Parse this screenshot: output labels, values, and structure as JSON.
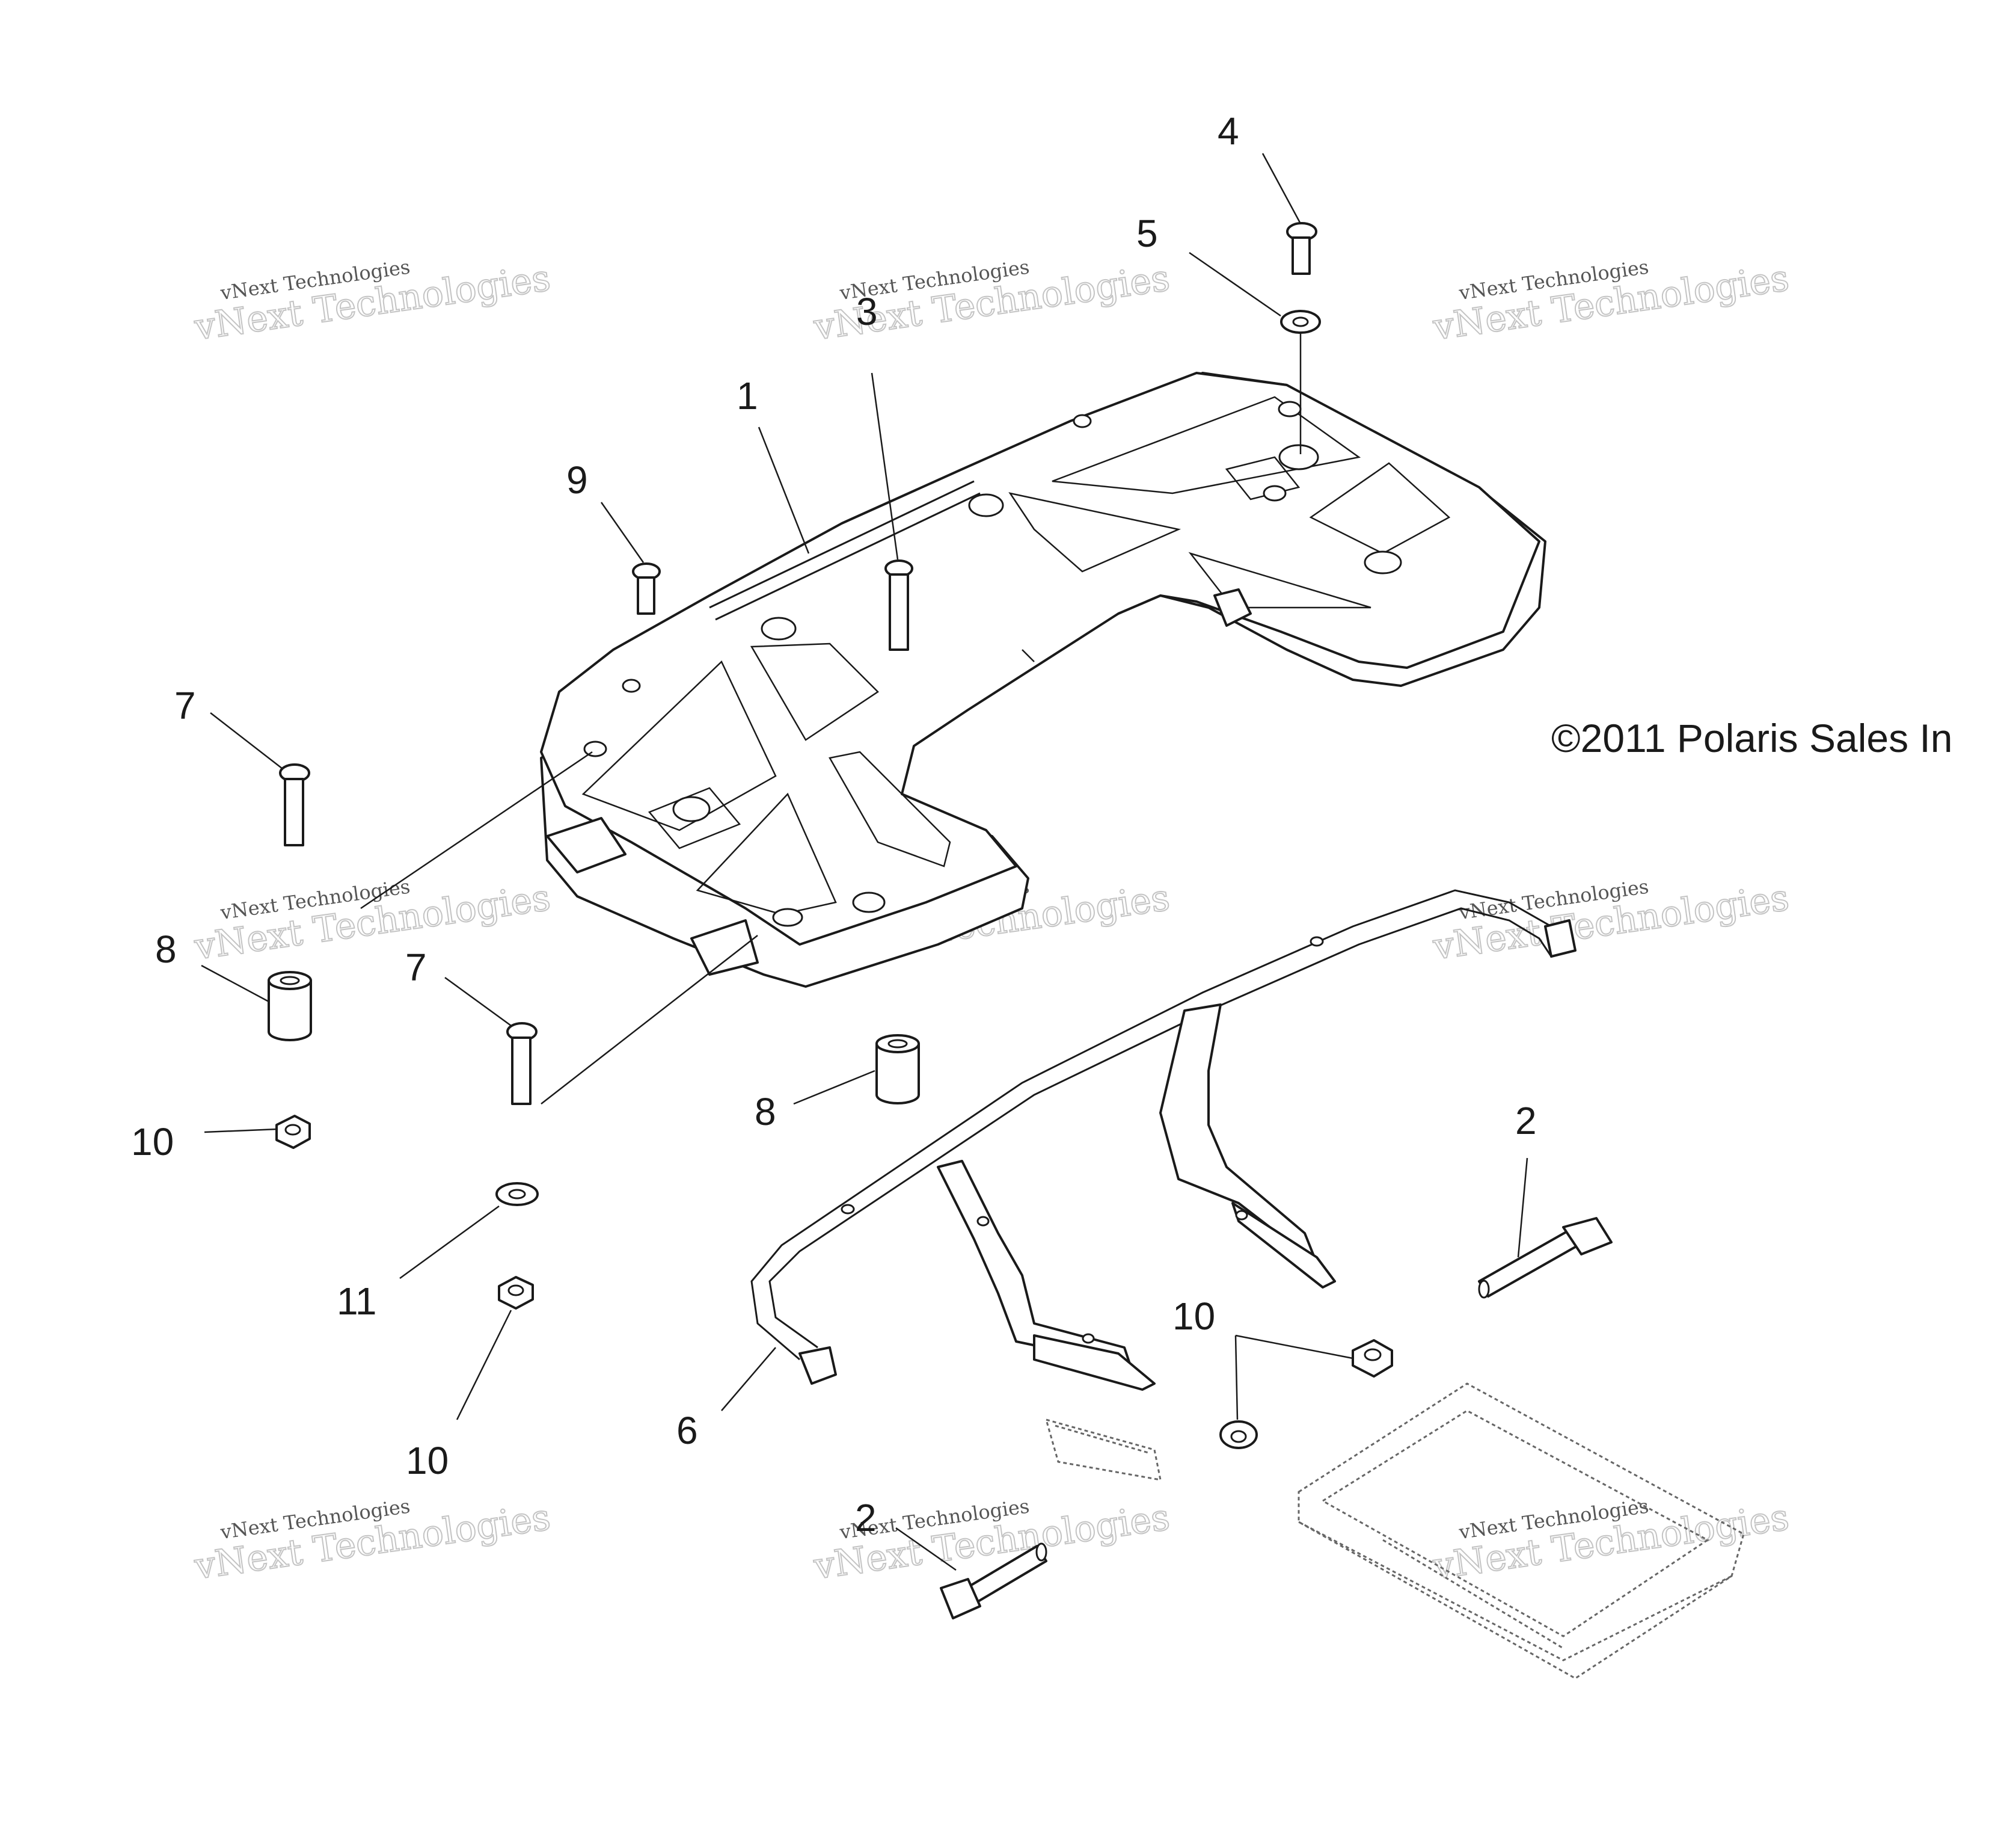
{
  "diagram": {
    "copyright": "©2011 Polaris Sales In",
    "watermark": {
      "line1": "vNext Technologies",
      "line2": "vNext Technologies"
    },
    "callouts": {
      "c1": "1",
      "c2a": "2",
      "c2b": "2",
      "c3": "3",
      "c4": "4",
      "c5": "5",
      "c6": "6",
      "c7a": "7",
      "c7b": "7",
      "c8a": "8",
      "c8b": "8",
      "c9": "9",
      "c10a": "10",
      "c10b": "10",
      "c10c": "10",
      "c11": "11"
    }
  }
}
